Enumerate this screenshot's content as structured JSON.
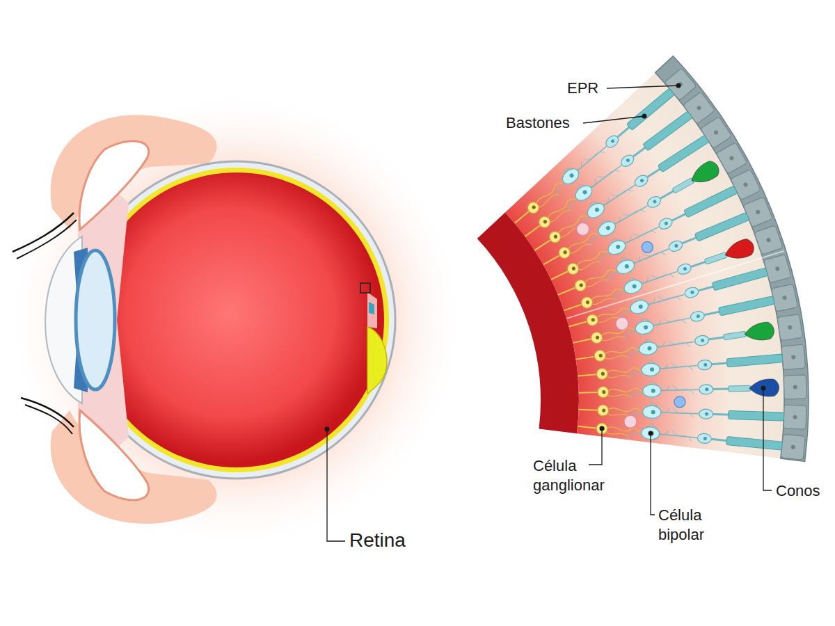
{
  "diagram": {
    "labels": [
      "Retina",
      "EPR",
      "Bastones",
      "Célula ganglionar",
      "Célula bipolar",
      "Conos"
    ]
  }
}
